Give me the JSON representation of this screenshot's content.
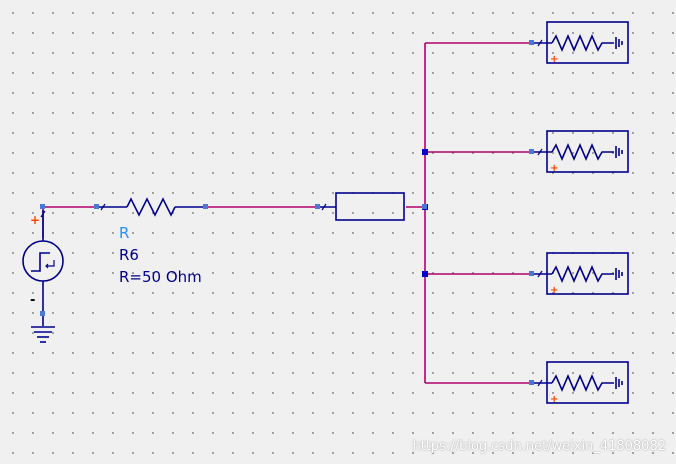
{
  "resistor": {
    "type_label": "R",
    "instance_name": "R6",
    "value_label": "R=50 Ohm"
  },
  "source": {
    "plus": "+",
    "minus": "-"
  },
  "loads": [
    {
      "plus": "+"
    },
    {
      "plus": "+"
    },
    {
      "plus": "+"
    },
    {
      "plus": "+"
    }
  ],
  "watermark": "https://blog.csdn.net/weixin_41808082",
  "colors": {
    "wire": "#b0006c",
    "component": "#00008a",
    "label_type": "#1e90ff",
    "label_text": "#00008a",
    "port": "#4a78d8",
    "plus_sign": "#ff4500"
  }
}
